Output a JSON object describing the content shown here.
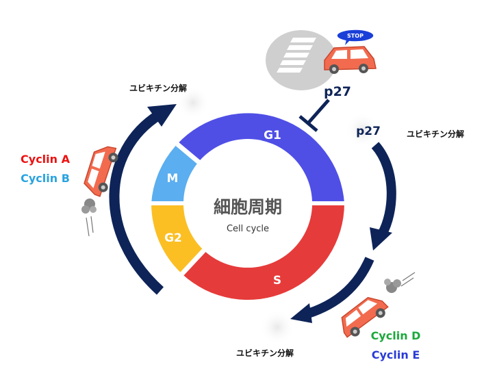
{
  "center": {
    "title": "細胞周期",
    "subtitle": "Cell cycle"
  },
  "phases": [
    {
      "label": "G1",
      "color": "#4F4FE6"
    },
    {
      "label": "S",
      "color": "#E63B3B"
    },
    {
      "label": "G2",
      "color": "#FBBF24"
    },
    {
      "label": "M",
      "color": "#5BAEEF"
    }
  ],
  "inhibitor": {
    "label": "p27",
    "stop_sign": "STOP"
  },
  "degradation": {
    "top_left": "ユビキチン分解",
    "right_label": "p27",
    "right": "ユビキチン分解",
    "bottom": "ユビキチン分解"
  },
  "cyclins": {
    "left": [
      {
        "label": "Cyclin A",
        "color": "#EE1111"
      },
      {
        "label": "Cyclin B",
        "color": "#29A3E0"
      }
    ],
    "right": [
      {
        "label": "Cyclin D",
        "color": "#1DA83C"
      },
      {
        "label": "Cyclin E",
        "color": "#2B3BD6"
      }
    ]
  },
  "colors": {
    "arrow": "#0E2458",
    "car": "#F26B4F",
    "car_dark": "#C8452C"
  }
}
